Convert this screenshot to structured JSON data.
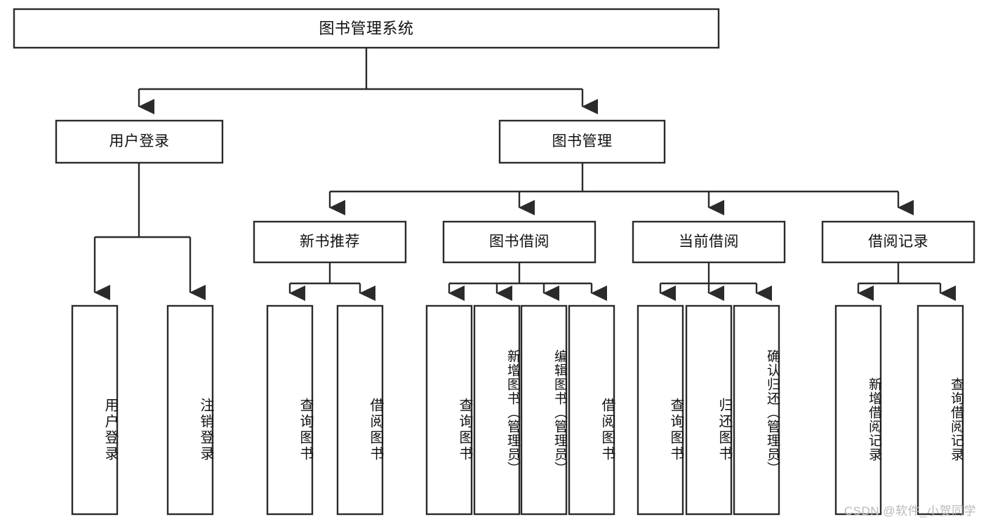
{
  "diagram": {
    "title": "图书管理系统",
    "type": "tree-hierarchy",
    "watermark": "CSDN @软件_小贺同学",
    "colors": {
      "stroke": "#2b2b2b",
      "box_fill": "#ffffff",
      "text": "#111111",
      "background": "#ffffff",
      "watermark": "#b9b9b9"
    },
    "root": {
      "id": "root",
      "label": "图书管理系统"
    },
    "level2": [
      {
        "id": "user-login",
        "label": "用户登录"
      },
      {
        "id": "book-manage",
        "label": "图书管理"
      }
    ],
    "level3": [
      {
        "id": "new-book-recommend",
        "label": "新书推荐",
        "parent": "book-manage"
      },
      {
        "id": "book-borrow",
        "label": "图书借阅",
        "parent": "book-manage"
      },
      {
        "id": "current-borrow",
        "label": "当前借阅",
        "parent": "book-manage"
      },
      {
        "id": "borrow-record",
        "label": "借阅记录",
        "parent": "book-manage"
      }
    ],
    "leaves": [
      {
        "id": "leaf-user-login",
        "label": "用户登录",
        "parent": "user-login"
      },
      {
        "id": "leaf-logout-login",
        "label": "注销登录",
        "parent": "user-login"
      },
      {
        "id": "leaf-query-book-1",
        "label": "查询图书",
        "parent": "new-book-recommend"
      },
      {
        "id": "leaf-borrow-book-1",
        "label": "借阅图书",
        "parent": "new-book-recommend"
      },
      {
        "id": "leaf-query-book-2",
        "label": "查询图书",
        "parent": "book-borrow"
      },
      {
        "id": "leaf-add-book",
        "label": "新增图书（管理员）",
        "parent": "book-borrow"
      },
      {
        "id": "leaf-edit-book",
        "label": "编辑图书（管理员）",
        "parent": "book-borrow"
      },
      {
        "id": "leaf-borrow-book-2",
        "label": "借阅图书",
        "parent": "book-borrow"
      },
      {
        "id": "leaf-query-book-3",
        "label": "查询图书",
        "parent": "current-borrow"
      },
      {
        "id": "leaf-return-book",
        "label": "归还图书",
        "parent": "current-borrow"
      },
      {
        "id": "leaf-confirm-return",
        "label": "确认归还（管理员）",
        "parent": "current-borrow"
      },
      {
        "id": "leaf-add-record",
        "label": "新增借阅记录",
        "parent": "borrow-record"
      },
      {
        "id": "leaf-query-record",
        "label": "查询借阅记录",
        "parent": "borrow-record"
      }
    ]
  }
}
